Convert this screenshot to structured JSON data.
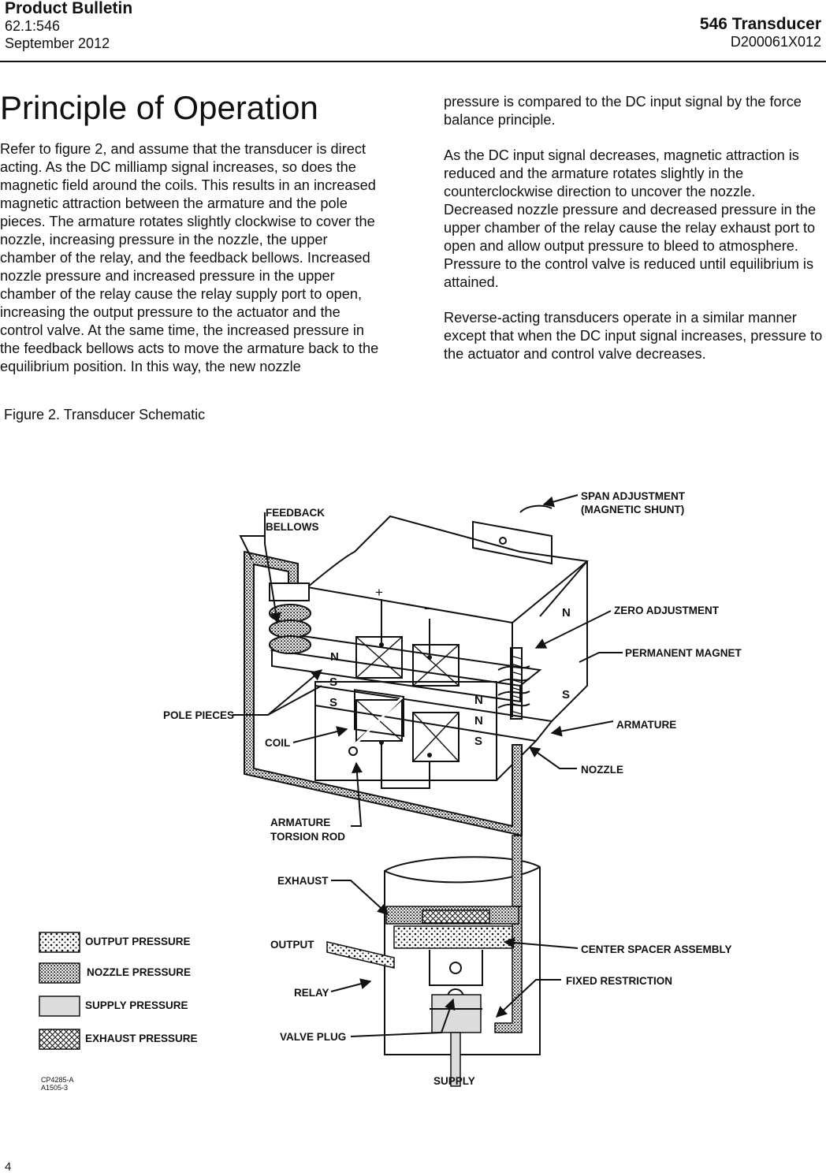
{
  "header": {
    "bulletin": "Product Bulletin",
    "number": "62.1:546",
    "date": "September 2012",
    "product": "546 Transducer",
    "doc_id": "D200061X012"
  },
  "title": "Principle of Operation",
  "left_paragraphs": [
    "Refer to figure 2, and assume that the transducer is direct acting. As the DC milliamp signal increases, so does the magnetic field around the coils. This results in an increased magnetic attraction between the armature and the pole pieces. The armature rotates slightly clockwise to cover the nozzle, increasing pressure in the nozzle, the upper chamber of the relay, and the feedback bellows. Increased nozzle pressure and increased pressure in the upper chamber of the relay cause the relay supply port to open, increasing the output pressure to the actuator and the control valve. At the same time, the increased pressure in the feedback bellows acts to move the armature back to the equilibrium position. In this way, the new nozzle"
  ],
  "right_paragraphs": [
    "pressure is compared to the DC input signal by the force balance principle.",
    "As the DC input signal decreases, magnetic attraction is reduced and the armature rotates slightly in the counterclockwise direction to uncover the nozzle. Decreased nozzle pressure and decreased pressure in the upper chamber of the relay cause the relay exhaust port to open and allow output pressure to bleed to atmosphere. Pressure to the control valve is reduced until equilibrium is attained.",
    "Reverse-acting transducers operate in a similar manner except that when the DC input signal increases, pressure to the actuator and control valve decreases."
  ],
  "figure_caption": "Figure 2. Transducer Schematic",
  "diagram": {
    "labels": {
      "feedback_bellows_1": "FEEDBACK",
      "feedback_bellows_2": "BELLOWS",
      "span_adjustment_1": "SPAN ADJUSTMENT",
      "span_adjustment_2": "(MAGNETIC SHUNT)",
      "zero_adjustment": "ZERO ADJUSTMENT",
      "permanent_magnet": "PERMANENT MAGNET",
      "pole_pieces": "POLE PIECES",
      "armature": "ARMATURE",
      "coil": "COIL",
      "nozzle": "NOZZLE",
      "torsion_rod_1": "ARMATURE",
      "torsion_rod_2": "TORSION ROD",
      "exhaust": "EXHAUST",
      "output": "OUTPUT",
      "center_spacer": "CENTER SPACER ASSEMBLY",
      "relay": "RELAY",
      "fixed_restriction": "FIXED RESTRICTION",
      "valve_plug": "VALVE PLUG",
      "supply": "SUPPLY",
      "plus": "+",
      "minus": "−",
      "code_1": "CP4285-A",
      "code_2": "A1505-3"
    },
    "pole_marks": {
      "n1": "N",
      "s1": "S",
      "s2": "S",
      "n2": "N",
      "n3": "N",
      "s3": "S",
      "n4": "N",
      "s4": "S"
    },
    "legend": [
      "OUTPUT PRESSURE",
      "NOZZLE PRESSURE",
      "SUPPLY PRESSURE",
      "EXHAUST PRESSURE"
    ]
  },
  "page_number": "4"
}
